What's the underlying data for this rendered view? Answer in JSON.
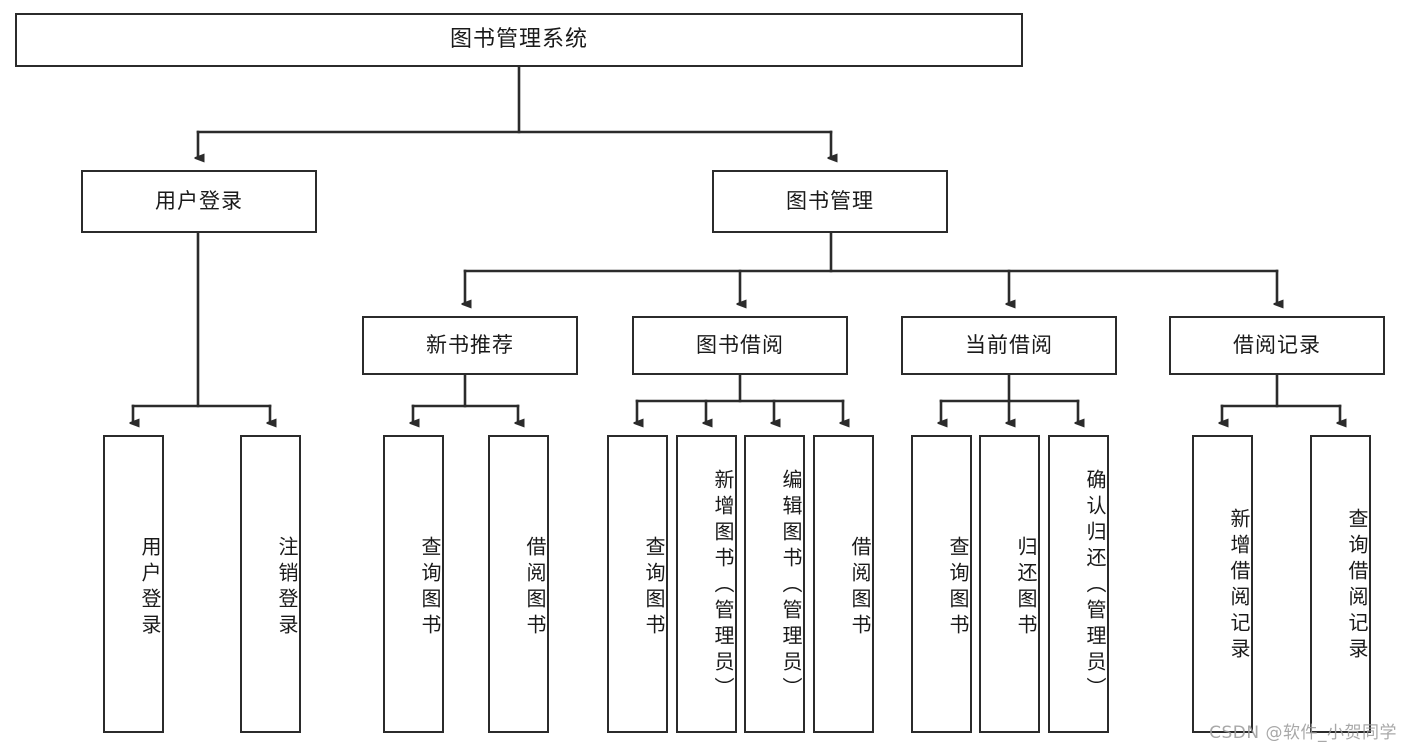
{
  "diagram": {
    "title": "图书管理系统",
    "watermark": "CSDN @软件_小贺同学",
    "colors": {
      "stroke": "#2b2b2b",
      "fill": "#ffffff",
      "text": "#1a1a1a",
      "watermark": "#9a9a9a"
    },
    "root": {
      "label": "图书管理系统"
    },
    "level2": [
      {
        "id": "user-login",
        "label": "用户登录"
      },
      {
        "id": "book-management",
        "label": "图书管理"
      }
    ],
    "level3": [
      {
        "id": "new-book-recommend",
        "label": "新书推荐"
      },
      {
        "id": "book-borrow",
        "label": "图书借阅"
      },
      {
        "id": "current-borrow",
        "label": "当前借阅"
      },
      {
        "id": "borrow-record",
        "label": "借阅记录"
      }
    ],
    "leaves": [
      {
        "id": "leaf-user-login",
        "label": "用户登录",
        "parent": "user-login"
      },
      {
        "id": "leaf-user-logout",
        "label": "注销登录",
        "parent": "user-login"
      },
      {
        "id": "leaf-query-book-1",
        "label": "查询图书",
        "parent": "new-book-recommend"
      },
      {
        "id": "leaf-borrow-book-1",
        "label": "借阅图书",
        "parent": "new-book-recommend"
      },
      {
        "id": "leaf-query-book-2",
        "label": "查询图书",
        "parent": "book-borrow"
      },
      {
        "id": "leaf-add-book",
        "label": "新增图书（管理员）",
        "parent": "book-borrow"
      },
      {
        "id": "leaf-edit-book",
        "label": "编辑图书（管理员）",
        "parent": "book-borrow"
      },
      {
        "id": "leaf-borrow-book-2",
        "label": "借阅图书",
        "parent": "book-borrow"
      },
      {
        "id": "leaf-query-book-3",
        "label": "查询图书",
        "parent": "current-borrow"
      },
      {
        "id": "leaf-return-book",
        "label": "归还图书",
        "parent": "current-borrow"
      },
      {
        "id": "leaf-confirm-return",
        "label": "确认归还（管理员）",
        "parent": "current-borrow"
      },
      {
        "id": "leaf-add-record",
        "label": "新增借阅记录",
        "parent": "borrow-record"
      },
      {
        "id": "leaf-query-record",
        "label": "查询借阅记录",
        "parent": "borrow-record"
      }
    ]
  }
}
